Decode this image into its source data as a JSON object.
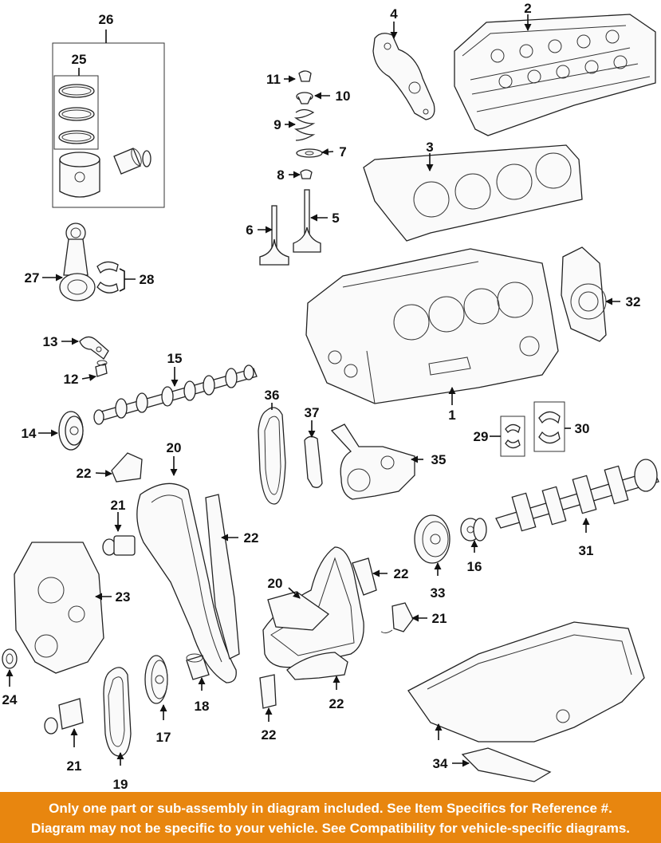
{
  "callouts": {
    "n1": "1",
    "n2": "2",
    "n3": "3",
    "n4": "4",
    "n5": "5",
    "n6": "6",
    "n7": "7",
    "n8": "8",
    "n9": "9",
    "n10": "10",
    "n11": "11",
    "n12": "12",
    "n13": "13",
    "n14": "14",
    "n15": "15",
    "n16": "16",
    "n17": "17",
    "n18": "18",
    "n19": "19",
    "n20": "20",
    "n21": "21",
    "n22": "22",
    "n23": "23",
    "n24": "24",
    "n25": "25",
    "n26": "26",
    "n27": "27",
    "n28": "28",
    "n29": "29",
    "n30": "30",
    "n31": "31",
    "n32": "32",
    "n33": "33",
    "n34": "34",
    "n35": "35",
    "n36": "36",
    "n37": "37"
  },
  "disclaimer": {
    "line1": "Only one part or sub-assembly in diagram included. See Item Specifics for Reference #.",
    "line2": "Diagram may not be specific to your vehicle. See Compatibility for vehicle-specific diagrams."
  },
  "colors": {
    "banner": "#e8860f",
    "banner_text": "#ffffff",
    "ink": "#111111"
  }
}
